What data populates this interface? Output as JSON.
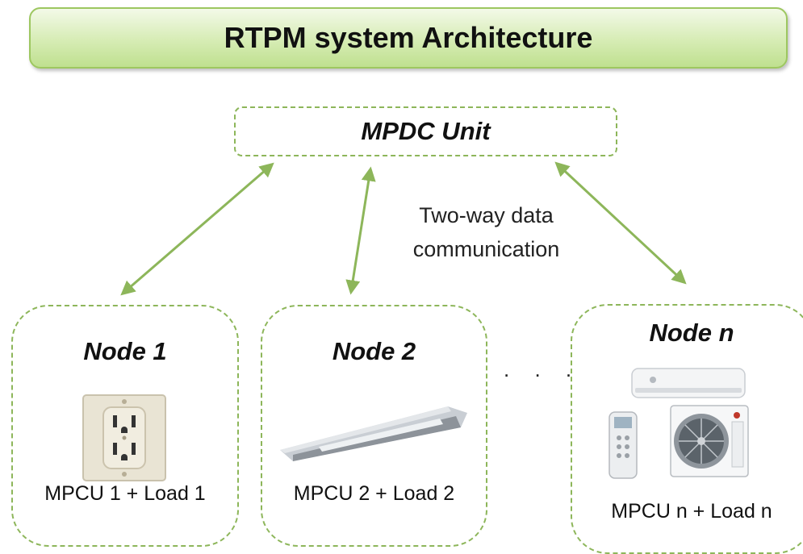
{
  "title": "RTPM system Architecture",
  "hub": {
    "label": "MPDC Unit"
  },
  "link_label_line1": "Two-way data",
  "link_label_line2": "communication",
  "ellipsis": ". . .",
  "nodes": [
    {
      "title": "Node 1",
      "caption": "MPCU 1 + Load 1",
      "icon": "wall-outlet-icon"
    },
    {
      "title": "Node 2",
      "caption": "MPCU 2 + Load 2",
      "icon": "ceiling-light-fixture-icon"
    },
    {
      "title": "Node n",
      "caption": "MPCU n + Load n",
      "icon": "air-conditioner-icon"
    }
  ],
  "colors": {
    "accent": "#8db65a",
    "banner": "#d6ecb4"
  }
}
